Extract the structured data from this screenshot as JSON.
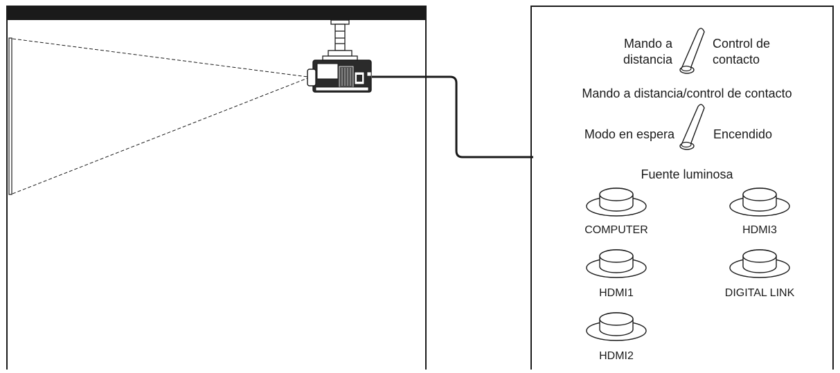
{
  "switch_1": {
    "left_label": [
      "Mando a",
      "distancia"
    ],
    "right_label": [
      "Control de",
      "contacto"
    ],
    "caption": "Mando a distancia/control de contacto"
  },
  "switch_2": {
    "left_label": "Modo en espera",
    "right_label": "Encendido",
    "caption": "Fuente luminosa"
  },
  "buttons": [
    "COMPUTER",
    "HDMI3",
    "HDMI1",
    "DIGITAL LINK",
    "HDMI2"
  ],
  "colors": {
    "line": "#1a1a1a",
    "button_fill": "#ffffff",
    "projector_body": "#2b2b2b"
  }
}
